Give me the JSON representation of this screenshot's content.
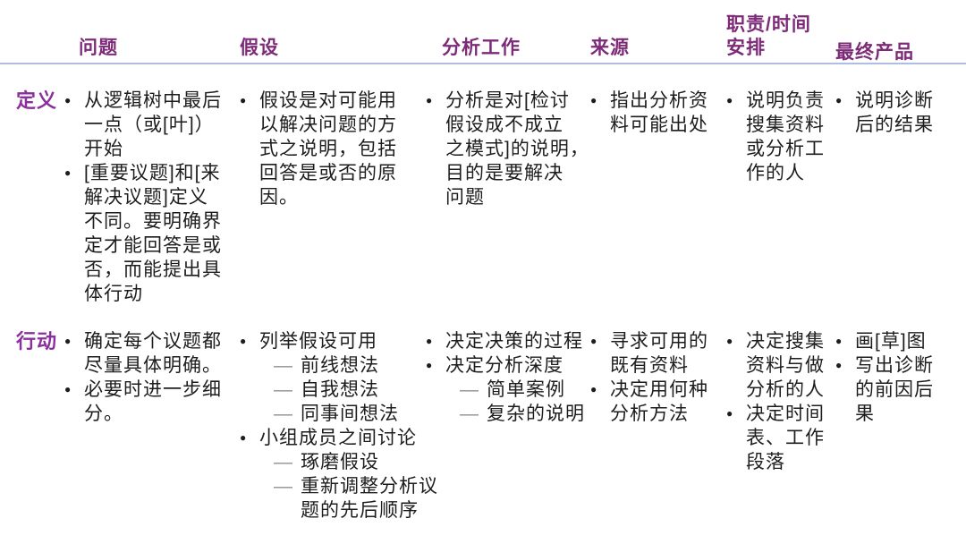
{
  "theme": {
    "background": "#ffffff",
    "header_color": "#7d2b78",
    "label_color": "#8a2f9b",
    "body_color": "#1d1d1d",
    "dash_color": "#8f8f8f",
    "rule_color": "#aebedd"
  },
  "glyphs": {
    "bullet": "●",
    "dash": "—"
  },
  "header": {
    "columns": [
      "问题",
      "假设",
      "分析工作",
      "来源",
      "职责/时间\n安排",
      "最终产品"
    ]
  },
  "rows": [
    {
      "label": "定义",
      "cells": [
        {
          "items": [
            {
              "text": "从逻辑树中最后\n一点（或[叶]）\n开始"
            },
            {
              "text": "[重要议题]和[来\n解决议题]定义\n不同。要明确界\n定才能回答是或\n否，而能提出具\n体行动"
            }
          ]
        },
        {
          "items": [
            {
              "text": "假设是对可能用\n以解决问题的方\n式之说明，包括\n回答是或否的原\n因。"
            }
          ]
        },
        {
          "items": [
            {
              "text": "分析是对[检讨\n假设成不成立\n之模式]的说明，\n目的是要解决\n问题"
            }
          ]
        },
        {
          "items": [
            {
              "text": "指出分析资\n料可能出处"
            }
          ]
        },
        {
          "items": [
            {
              "text": "说明负责\n搜集资料\n或分析工\n作的人"
            }
          ]
        },
        {
          "items": [
            {
              "text": "说明诊断\n后的结果"
            }
          ]
        }
      ]
    },
    {
      "label": "行动",
      "cells": [
        {
          "items": [
            {
              "text": "确定每个议题都\n尽量具体明确。"
            },
            {
              "text": "必要时进一步细\n分。"
            }
          ]
        },
        {
          "items": [
            {
              "text": "列举假设可用",
              "subs": [
                "前线想法",
                "自我想法",
                "同事间想法"
              ]
            },
            {
              "text": "小组成员之间讨论",
              "subs": [
                "琢磨假设",
                "重新调整分析议\n题的先后顺序"
              ]
            }
          ]
        },
        {
          "items": [
            {
              "text": "决定决策的过程"
            },
            {
              "text": "决定分析深度",
              "subs": [
                "简单案例",
                "复杂的说明"
              ]
            }
          ]
        },
        {
          "items": [
            {
              "text": "寻求可用的\n既有资料"
            },
            {
              "text": "决定用何种\n分析方法"
            }
          ]
        },
        {
          "items": [
            {
              "text": "决定搜集\n资料与做\n分析的人"
            },
            {
              "text": "决定时间\n表、工作\n段落"
            }
          ]
        },
        {
          "items": [
            {
              "text": "画[草]图"
            },
            {
              "text": "写出诊断\n的前因后\n果"
            }
          ]
        }
      ]
    }
  ]
}
